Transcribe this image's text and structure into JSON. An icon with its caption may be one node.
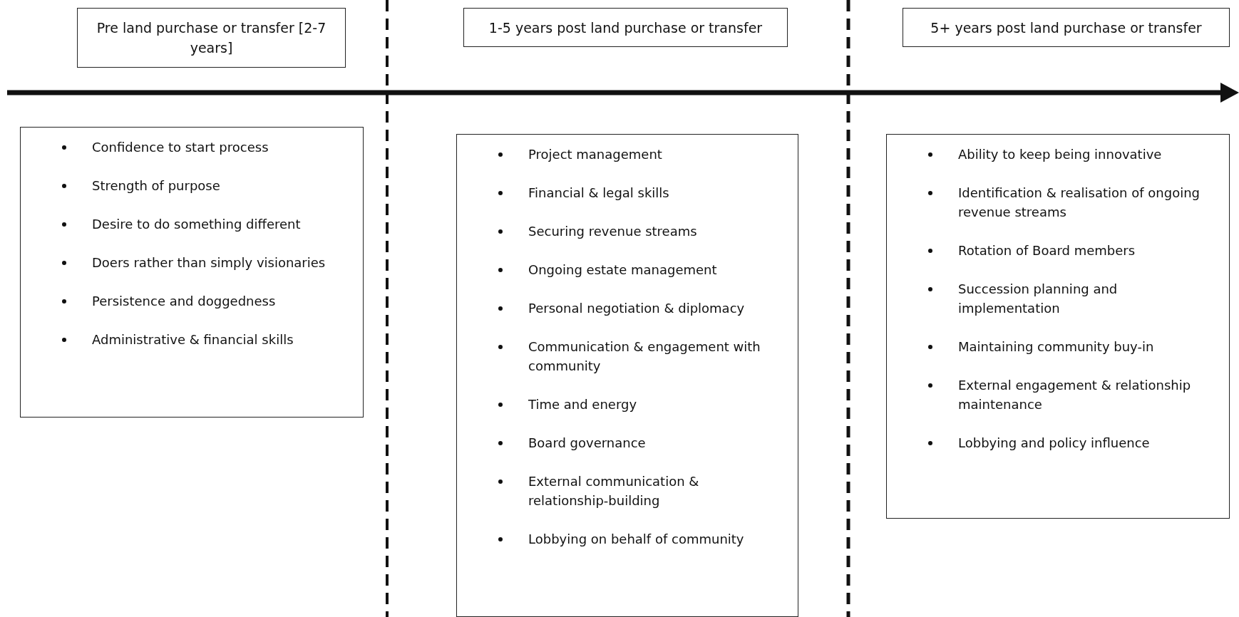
{
  "diagram": {
    "nodes": [
      {
        "text": [
          "Pre land purchase or transfer [2-7 years]"
        ]
      },
      {
        "text": [
          "1-5 years post land purchase or transfer"
        ]
      },
      {
        "text": [
          "5+ years post land purchase or transfer"
        ]
      },
      {
        "text": [
          "Confidence to start process",
          "Strength of purpose",
          "Desire to do something different",
          "Doers rather than simply visionaries",
          "Persistence and doggedness",
          "Administrative & financial skills"
        ]
      },
      {
        "text": [
          "Project management",
          "Financial & legal skills",
          "Securing revenue streams",
          "Ongoing estate management",
          "Personal negotiation & diplomacy",
          "Communication & engagement with community",
          "Time and energy",
          "Board governance",
          "External communication & relationship-building",
          "Lobbying on behalf of community"
        ]
      },
      {
        "text": [
          "Ability to keep being innovative",
          "Identification & realisation of ongoing revenue streams",
          "Rotation of Board members",
          "Succession planning and implementation",
          "Maintaining community buy-in",
          "External engagement & relationship maintenance",
          "Lobbying and policy influence"
        ]
      }
    ],
    "edges": []
  }
}
